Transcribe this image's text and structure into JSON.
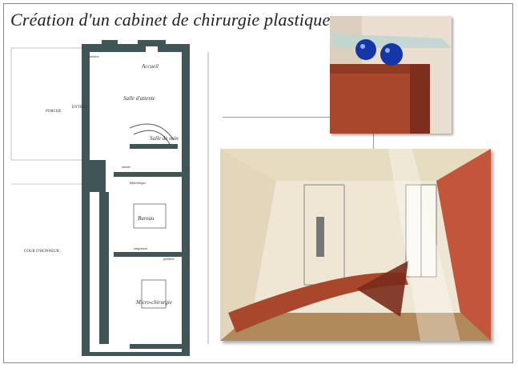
{
  "header": {
    "title": "Création d'un cabinet de chirurgie plastique"
  },
  "plan": {
    "rooms": {
      "accueil": "Accueil",
      "salle_attente": "Salle d'attente",
      "salle_soins": "Salle de soin",
      "bureau": "Bureau",
      "micro_chirurgie": "Micro-chirurgie",
      "entree": "ENTREE",
      "porche": "PORCHE",
      "cour": "COUR D'HONNEUR"
    },
    "labels": {
      "vestiaire": "vestiaire",
      "attente": "attente",
      "bibliotheque": "bibliotheque",
      "rangement": "rangement",
      "penderie": "penderie"
    }
  },
  "colors": {
    "wall": "#3f5556",
    "wood": "#a8472b",
    "brick": "#c2553a",
    "glass": "#bdd6d2",
    "blue_ball": "#1436a8"
  }
}
